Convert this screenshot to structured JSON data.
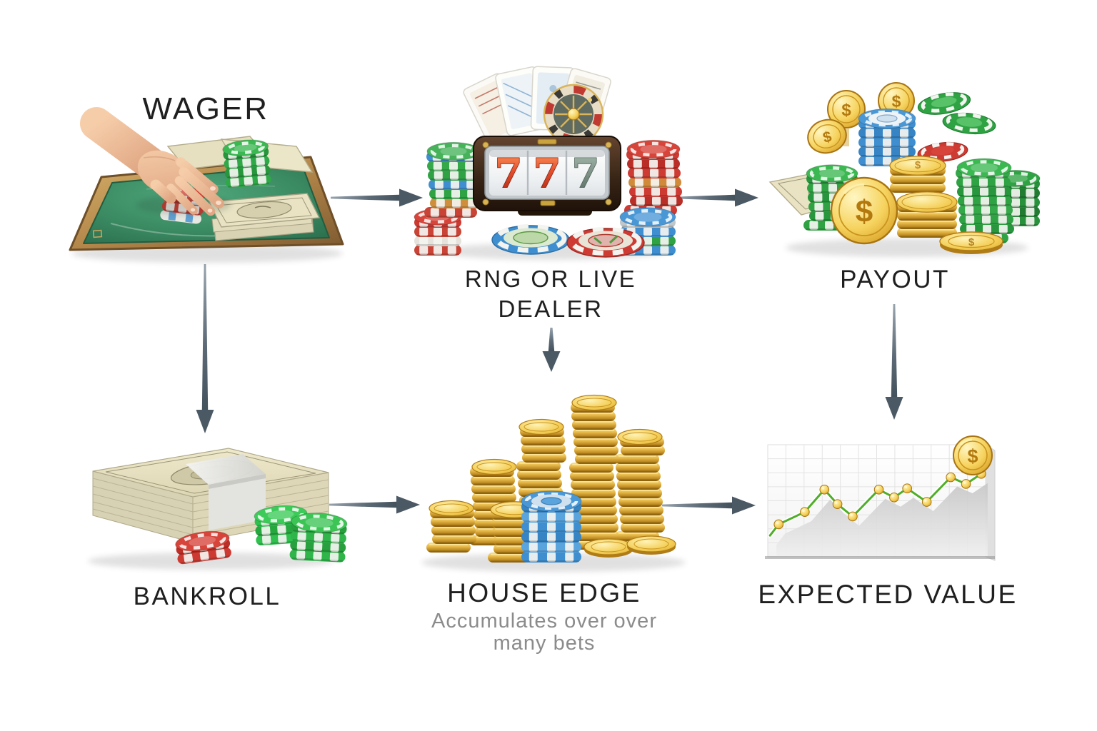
{
  "page": {
    "background": "#ffffff",
    "type": "casino-betting-flow-infographic"
  },
  "labels": {
    "wager": "WAGER",
    "rng_or_live_dealer": "RNG OR LIVE DEALER",
    "payout": "PAYOUT",
    "bankroll": "BANKROLL",
    "house_edge": "HOUSE EDGE",
    "house_edge_note": "Accumulates over over many bets",
    "expected_value": "EXPECTED VALUE"
  },
  "slot_machine": {
    "reel_1": "7",
    "reel_2": "7",
    "reel_3": "7"
  },
  "coin_symbol": "$",
  "colors": {
    "label_text": "#1f1f1f",
    "note_text": "#8b8b8b",
    "arrow": "#51606f",
    "gold": "#e8b33a",
    "felt_green": "#3e8e66",
    "chip_green": "#2fa344",
    "chip_red": "#cd3a32",
    "chip_blue": "#3f8fd0",
    "line_green": "#4fae27"
  },
  "flow": {
    "edges": [
      {
        "from": "WAGER",
        "to": "RNG OR LIVE DEALER"
      },
      {
        "from": "RNG OR LIVE DEALER",
        "to": "PAYOUT"
      },
      {
        "from": "WAGER",
        "to": "BANKROLL"
      },
      {
        "from": "RNG OR LIVE DEALER",
        "to": "HOUSE EDGE"
      },
      {
        "from": "PAYOUT",
        "to": "EXPECTED VALUE"
      },
      {
        "from": "BANKROLL",
        "to": "HOUSE EDGE"
      },
      {
        "from": "HOUSE EDGE",
        "to": "EXPECTED VALUE"
      }
    ]
  },
  "ev_chart": {
    "type": "line",
    "title": "EXPECTED VALUE",
    "legend": false,
    "grid": true,
    "points_pct": [
      [
        1,
        81
      ],
      [
        5,
        71
      ],
      [
        17,
        60
      ],
      [
        26,
        40
      ],
      [
        32,
        53
      ],
      [
        39,
        64
      ],
      [
        51,
        40
      ],
      [
        58,
        47
      ],
      [
        64,
        39
      ],
      [
        73,
        51
      ],
      [
        84,
        29
      ],
      [
        91,
        35
      ],
      [
        98,
        26
      ]
    ],
    "marker_from_index": 1
  }
}
